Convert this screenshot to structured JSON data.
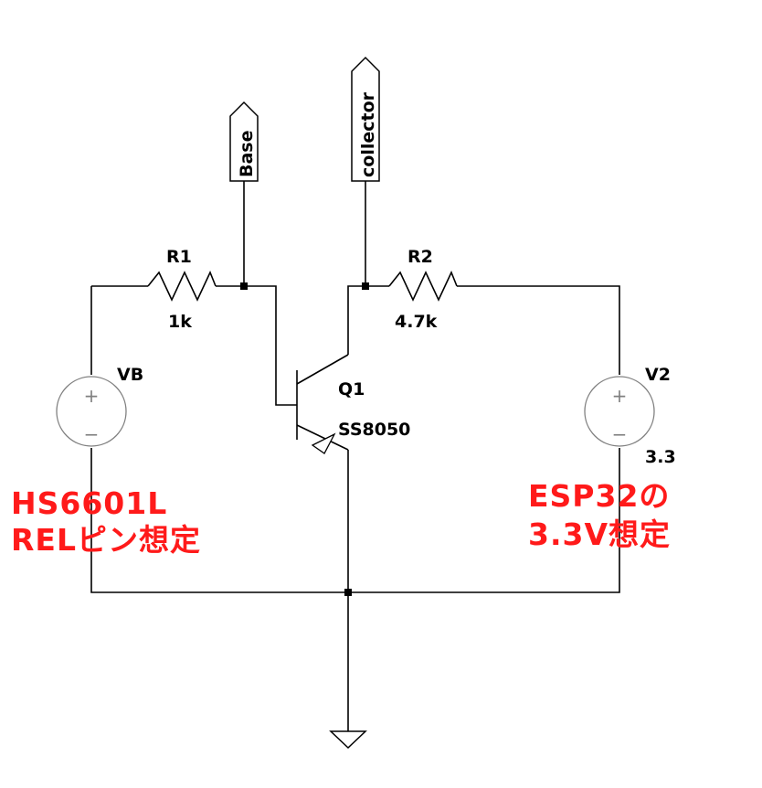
{
  "schematic": {
    "net_labels": {
      "base": "Base",
      "collector": "collector"
    },
    "resistors": [
      {
        "ref": "R1",
        "value": "1k"
      },
      {
        "ref": "R2",
        "value": "4.7k"
      }
    ],
    "transistor": {
      "ref": "Q1",
      "model": "SS8050"
    },
    "sources": [
      {
        "ref": "VB",
        "value": ""
      },
      {
        "ref": "V2",
        "value": "3.3"
      }
    ],
    "source_signs": {
      "plus": "+",
      "minus": "−"
    },
    "notes": {
      "left": [
        "HS6601L",
        "RELピン想定"
      ],
      "right": [
        "ESP32の",
        "3.3V想定"
      ]
    },
    "colors": {
      "wire": "#000000",
      "note": "#ff1a1a",
      "symbol_outline": "#808080"
    }
  }
}
